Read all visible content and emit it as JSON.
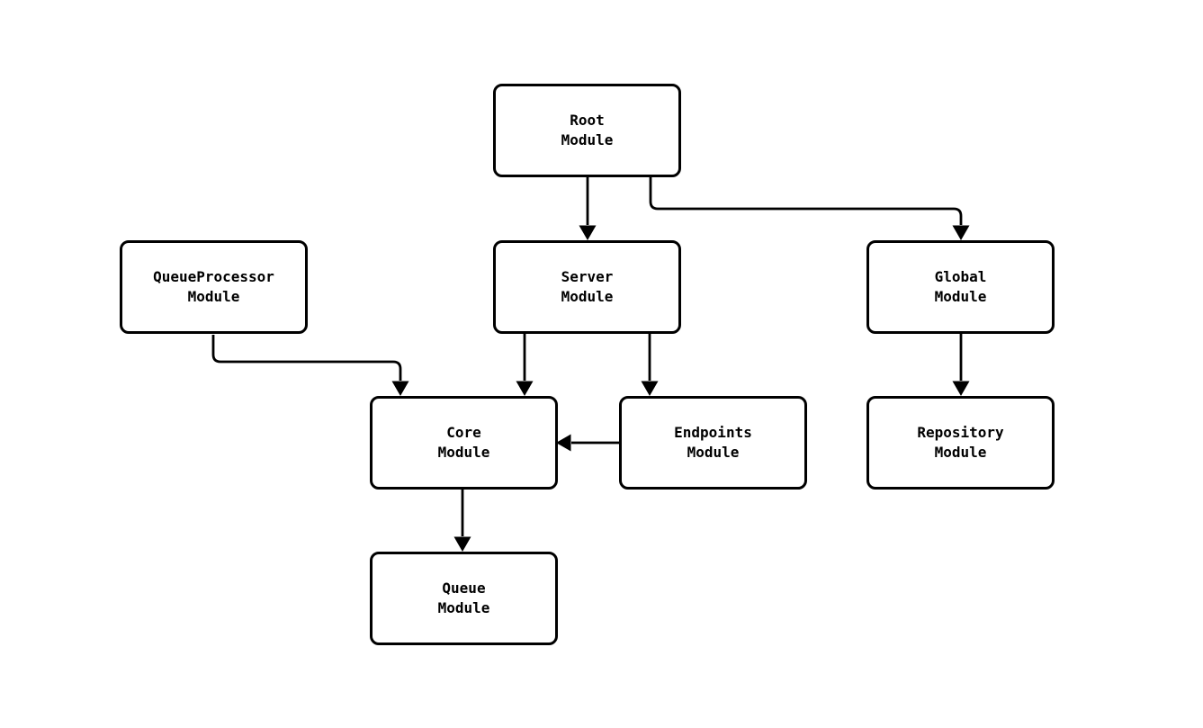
{
  "diagram": {
    "type": "flowchart",
    "background_color": "#ffffff",
    "node_fill_color": "#ffffff",
    "node_border_color": "#000000",
    "edge_color": "#000000",
    "text_color": "#000000",
    "nodes": {
      "root": {
        "line1": "Root",
        "line2": "Module"
      },
      "queueprocessor": {
        "line1": "QueueProcessor",
        "line2": "Module"
      },
      "server": {
        "line1": "Server",
        "line2": "Module"
      },
      "global": {
        "line1": "Global",
        "line2": "Module"
      },
      "core": {
        "line1": "Core",
        "line2": "Module"
      },
      "endpoints": {
        "line1": "Endpoints",
        "line2": "Module"
      },
      "repository": {
        "line1": "Repository",
        "line2": "Module"
      },
      "queue": {
        "line1": "Queue",
        "line2": "Module"
      }
    },
    "edges": [
      {
        "from": "Root Module",
        "to": "Server Module"
      },
      {
        "from": "Root Module",
        "to": "Global Module"
      },
      {
        "from": "QueueProcessor Module",
        "to": "Core Module"
      },
      {
        "from": "Server Module",
        "to": "Core Module"
      },
      {
        "from": "Server Module",
        "to": "Endpoints Module"
      },
      {
        "from": "Global Module",
        "to": "Repository Module"
      },
      {
        "from": "Endpoints Module",
        "to": "Core Module"
      },
      {
        "from": "Core Module",
        "to": "Queue Module"
      }
    ]
  }
}
